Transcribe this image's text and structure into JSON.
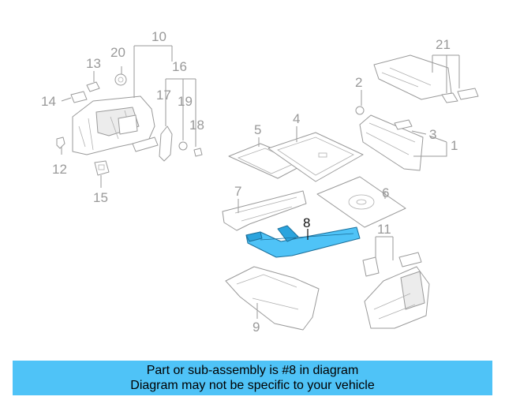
{
  "callouts": {
    "c1": "1",
    "c2": "2",
    "c3": "3",
    "c4": "4",
    "c5": "5",
    "c6": "6",
    "c7": "7",
    "c8": "8",
    "c9": "9",
    "c10": "10",
    "c11": "11",
    "c12": "12",
    "c13": "13",
    "c14": "14",
    "c15": "15",
    "c16": "16",
    "c17": "17",
    "c18": "18",
    "c19": "19",
    "c20": "20",
    "c21": "21"
  },
  "banner": {
    "line1": "Part or sub-assembly is #8 in diagram",
    "line2": "Diagram may not be specific to your vehicle"
  },
  "colors": {
    "highlight": "#4fc3f7",
    "banner": "#4fc3f7"
  }
}
